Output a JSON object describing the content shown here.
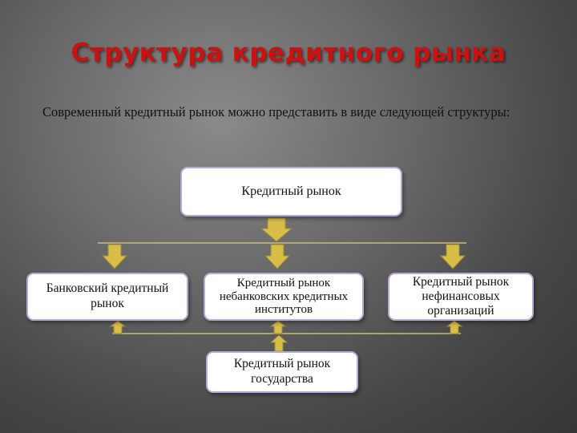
{
  "slide": {
    "title": "Структура кредитного рынка",
    "intro": "Современный кредитный рынок можно представить в виде следующей структуры:"
  },
  "diagram": {
    "root": "Кредитный рынок",
    "branches": {
      "bank": "Банковский кредитный рынок",
      "nonbank": "Кредитный рынок небанковских кредитных институтов",
      "nonfinancial": "Кредитный рынок нефинансовых организаций",
      "state": "Кредитный рынок государства"
    }
  },
  "colors": {
    "title": "#cc1111",
    "arrow_fill": "#d8bd48",
    "box_border": "#b8a8d4",
    "connector": "#cbbf6a"
  }
}
